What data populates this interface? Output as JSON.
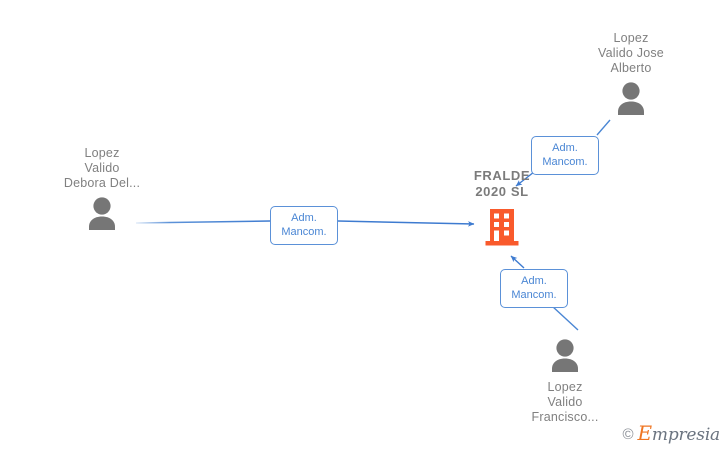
{
  "diagram": {
    "type": "corporate-relationship-network",
    "background_color": "#ffffff",
    "edge_color": "#4a86d4",
    "company_color": "#f95a2c",
    "person_color": "#767676",
    "label_text_color": "#808080"
  },
  "company": {
    "name": "FRALDE\n2020  SL",
    "icon": "building-icon"
  },
  "people": [
    {
      "id": "jose-alberto",
      "name": "Lopez\nValido Jose\nAlberto",
      "icon": "person-icon",
      "position": "top-right",
      "label_placement": "above"
    },
    {
      "id": "debora-del",
      "name": "Lopez\nValido\nDebora Del...",
      "icon": "person-icon",
      "position": "left",
      "label_placement": "above"
    },
    {
      "id": "francisco",
      "name": "Lopez\nValido\nFrancisco...",
      "icon": "person-icon",
      "position": "bottom-right",
      "label_placement": "below"
    }
  ],
  "relations": [
    {
      "id": "rel-jose-alberto",
      "label": "Adm.\nMancom.",
      "from": "jose-alberto",
      "to": "company"
    },
    {
      "id": "rel-debora-del",
      "label": "Adm.\nMancom.",
      "from": "debora-del",
      "to": "company"
    },
    {
      "id": "rel-francisco",
      "label": "Adm.\nMancom.",
      "from": "francisco",
      "to": "company"
    }
  ],
  "watermark": {
    "copyright": "©",
    "brand_initial": "E",
    "brand_rest": "mpresia"
  }
}
